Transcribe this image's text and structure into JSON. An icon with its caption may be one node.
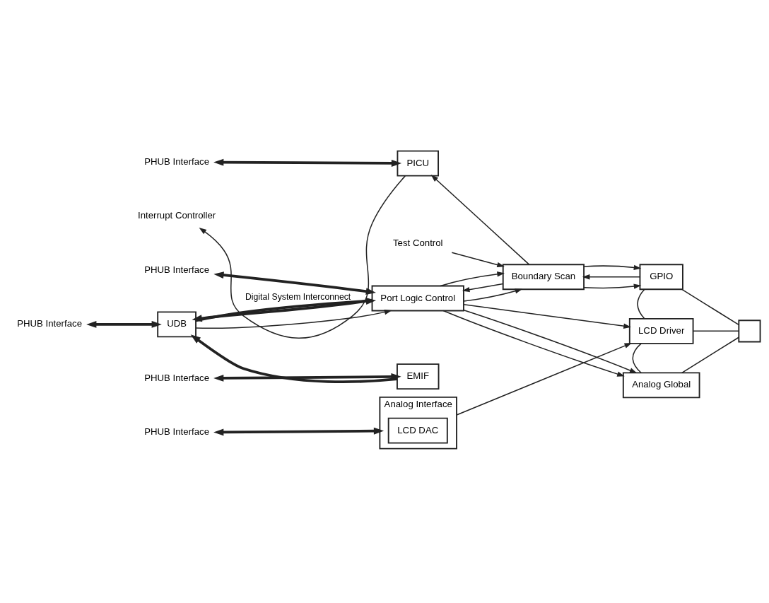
{
  "diagram": {
    "nodes": [
      {
        "text": [
          "PHUB Interface"
        ]
      },
      {
        "text": [
          "PICU"
        ]
      },
      {
        "text": [
          "Interrupt Controller"
        ]
      },
      {
        "text": [
          "Test Control"
        ]
      },
      {
        "text": [
          "PHUB Interface"
        ]
      },
      {
        "text": [
          "Port Logic Control"
        ]
      },
      {
        "text": [
          "Boundary Scan"
        ]
      },
      {
        "text": [
          "GPIO"
        ]
      },
      {
        "text": [
          "UDB"
        ]
      },
      {
        "text": [
          "LCD Driver"
        ]
      },
      {
        "text": [
          "PHUB Interface"
        ]
      },
      {
        "text": [
          "Analog Global"
        ]
      },
      {
        "text": [],
        "shape": "box"
      },
      {
        "text": [
          "EMIF"
        ]
      },
      {
        "text": [
          "PHUB Interface"
        ]
      },
      {
        "text": [
          "Analog Interface"
        ]
      },
      {
        "text": [
          "LCD DAC"
        ],
        "in": 15
      },
      {
        "text": [
          "PHUB Interface"
        ]
      }
    ],
    "edges": [
      {
        "from": 0,
        "to": 1,
        "arrow": "both",
        "style": "thick"
      },
      {
        "from": 1,
        "to": 2,
        "arrow": "to"
      },
      {
        "from": 3,
        "to": 6,
        "arrow": "to"
      },
      {
        "from": 6,
        "to": 1,
        "arrow": "to"
      },
      {
        "from": 6,
        "to": 5,
        "arrow": "to"
      },
      {
        "from": 5,
        "to": 6,
        "arrow": "to"
      },
      {
        "from": 5,
        "to": 6,
        "arrow": "to"
      },
      {
        "from": 7,
        "to": 6,
        "arrow": "to"
      },
      {
        "from": 6,
        "to": 7,
        "arrow": "to"
      },
      {
        "from": 6,
        "to": 7,
        "arrow": "to"
      },
      {
        "from": 4,
        "to": 5,
        "arrow": "both",
        "style": "thick"
      },
      {
        "from": 5,
        "to": 8,
        "arrow": "to",
        "style": "thick"
      },
      {
        "from": 10,
        "to": 8,
        "arrow": "both",
        "style": "thick"
      },
      {
        "from": 8,
        "to": 5,
        "arrow": "to",
        "style": "thick",
        "label": "Digital System Interconnect"
      },
      {
        "from": 8,
        "to": 5,
        "arrow": "to"
      },
      {
        "from": 5,
        "to": 9,
        "arrow": "to"
      },
      {
        "from": 5,
        "to": 11,
        "arrow": "to"
      },
      {
        "from": 5,
        "to": 11,
        "arrow": "to"
      },
      {
        "from": 15,
        "to": 9,
        "arrow": "to"
      },
      {
        "from": 7,
        "to": 9,
        "arrow": "none"
      },
      {
        "from": 9,
        "to": 11,
        "arrow": "none"
      },
      {
        "from": 7,
        "to": 12,
        "arrow": "none"
      },
      {
        "from": 9,
        "to": 12,
        "arrow": "none"
      },
      {
        "from": 11,
        "to": 12,
        "arrow": "none"
      },
      {
        "from": 13,
        "to": 8,
        "arrow": "to",
        "style": "thick"
      },
      {
        "from": 14,
        "to": 13,
        "arrow": "both",
        "style": "thick"
      },
      {
        "from": 17,
        "to": 15,
        "arrow": "both",
        "style": "thick"
      }
    ]
  }
}
